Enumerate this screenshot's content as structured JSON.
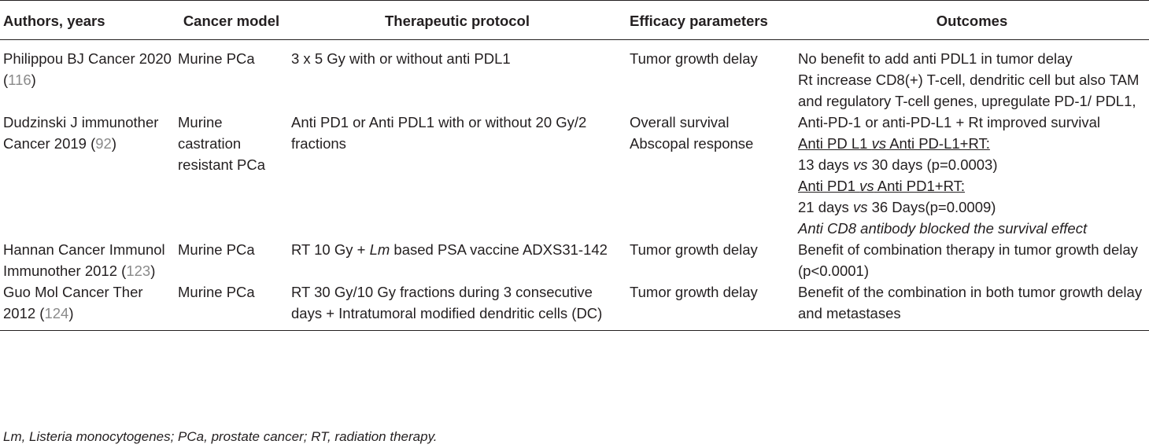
{
  "header": {
    "authors": "Authors, years",
    "cancer_model": "Cancer model",
    "protocol": "Therapeutic protocol",
    "efficacy": "Efficacy parameters",
    "outcomes": "Outcomes"
  },
  "rows": [
    {
      "author_pre": "Philippou BJ Cancer 2020 (",
      "ref": "116",
      "author_post": ")",
      "model": "Murine PCa",
      "protocol": "3 x 5 Gy with or without anti PDL1",
      "efficacy": "Tumor growth delay",
      "outcomes": [
        "No benefit to add anti PDL1 in tumor delay",
        "Rt increase CD8(+) T-cell, dendritic cell but also TAM and regulatory T-cell genes, upregulate PD-1/ PDL1,"
      ]
    },
    {
      "author_pre": "Dudzinski J immunother Cancer 2019 (",
      "ref": "92",
      "author_post": ")",
      "model": "Murine castration resistant PCa",
      "protocol": "Anti PD1 or Anti PDL1 with or without 20 Gy/2 fractions",
      "efficacy": [
        "Overall survival",
        "Abscopal response"
      ],
      "outcomes": {
        "line1": "Anti-PD-1 or anti-PD-L1 + Rt improved survival",
        "cmp1_a": "Anti PD L1 ",
        "cmp1_vs": "vs",
        "cmp1_b": " Anti PD-L1+RT:",
        "res1_a": "13 days ",
        "res1_vs": "vs",
        "res1_b": " 30 days (p=0.0003)",
        "cmp2_a": "Anti PD1 ",
        "cmp2_vs": "vs",
        "cmp2_b": " Anti PD1+RT:",
        "res2_a": "21 days ",
        "res2_vs": "vs",
        "res2_b": " 36 Days(p=0.0009)",
        "last": "Anti CD8 antibody blocked the survival effect"
      }
    },
    {
      "author_pre": "Hannan Cancer Immunol Immunother 2012 (",
      "ref": "123",
      "author_post": ")",
      "model": "Murine PCa",
      "protocol_pre": "RT 10 Gy + ",
      "protocol_lm": "Lm",
      "protocol_post": " based PSA vaccine ADXS31-142",
      "efficacy": "Tumor growth delay",
      "outcomes": "Benefit of combination therapy in tumor growth delay (p<0.0001)"
    },
    {
      "author_pre": "Guo Mol Cancer Ther 2012 (",
      "ref": "124",
      "author_post": ")",
      "model": "Murine PCa",
      "protocol": "RT 30 Gy/10 Gy fractions during 3 consecutive days + Intratumoral modified dendritic cells (DC)",
      "efficacy": "Tumor growth delay",
      "outcomes": "Benefit of the combination in both tumor growth delay and metastases"
    }
  ],
  "footnote": "Lm, Listeria monocytogenes; PCa, prostate cancer; RT, radiation therapy."
}
